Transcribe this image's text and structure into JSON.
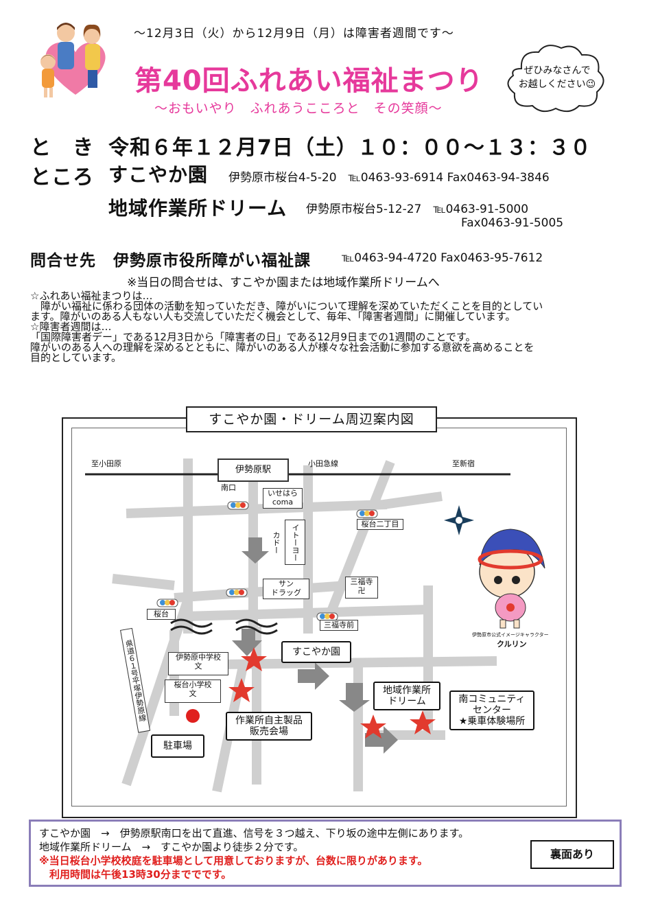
{
  "header": {
    "week_note": "～12月3日（火）から12月9日（月）は障害者週間です～",
    "title": "第40回ふれあい福祉まつり",
    "subtitle": "～おもいやり　ふれあうこころと　その笑顔～",
    "cloud_line1": "ぜひみなさんで",
    "cloud_line2": "お越しください😉"
  },
  "event": {
    "when_label": "と　き",
    "when_value": "令和６年１２月7日（土）１０：００～１３：３０",
    "where_label": "ところ",
    "venue1_name": "すこやか園",
    "venue1_detail": "伊勢原市桜台4-5-20　℡0463-93-6914  Fax0463-94-3846",
    "venue2_name": "地域作業所ドリーム",
    "venue2_detail": "伊勢原市桜台5-12-27　℡0463-91-5000",
    "venue2_fax": "Fax0463-91-5005",
    "contact_label": "問合せ先",
    "contact_name": "伊勢原市役所障がい福祉課",
    "contact_detail": "℡0463-94-4720  Fax0463-95-7612",
    "day_note": "※当日の問合せは、すこやか園または地域作業所ドリームへ"
  },
  "description": {
    "h1": "☆ふれあい福祉まつりは…",
    "p1_line1": "　障がい福祉に係わる団体の活動を知っていただき、障がいについて理解を深めていただくことを目的としてい",
    "p1_line2": "ます。障がいのある人もない人も交流していただく機会として、毎年、「障害者週間」に開催しています。",
    "h2": "☆障害者週間は…",
    "p2_line1": "「国際障害者デー」である12月3日から「障害者の日」である12月9日までの1週間のことです。",
    "p2_line2": "障がいのある人への理解を深めるとともに、障がいのある人が様々な社会活動に参加する意欲を高めることを",
    "p2_line3": "目的としています。"
  },
  "map": {
    "title": "すこやか園・ドリーム周辺案内図",
    "to_odawara": "至小田原",
    "odakyu": "小田急線",
    "to_shinjuku": "至新宿",
    "station": "伊勢原駅",
    "south_exit": "南口",
    "isehara_coma_1": "いせはら",
    "isehara_coma_2": "coma",
    "ito_yokado": "イトーヨーカドー",
    "sakuradai_2": "桜台二丁目",
    "sun_drug_1": "サン",
    "sun_drug_2": "ドラッグ",
    "sanpukuji_1": "三福寺",
    "sanpukuji_2": "卍",
    "sakuradai": "桜台",
    "sanpukuji_mae": "三福寺前",
    "prefectural_road": "県道６１号平塚伊勢原線",
    "isehara_jhs": "伊勢原中学校",
    "sakuradai_es": "桜台小学校",
    "school_mark": "文",
    "sukoyaka_callout": "すこやか園",
    "dream_callout_1": "地域作業所",
    "dream_callout_2": "ドリーム",
    "sales_callout_1": "作業所自主製品",
    "sales_callout_2": "販売会場",
    "parking_callout": "駐車場",
    "community_1": "南コミュニティ",
    "community_2": "センター",
    "community_3": "★乗車体験場所",
    "mascot_caption": "伊勢原市公式イメージキャラクター",
    "mascot_name": "クルリン"
  },
  "access": {
    "line1": "すこやか園　→　伊勢原駅南口を出て直進、信号を３つ越え、下り坂の途中左側にあります。",
    "line2": "地域作業所ドリーム　→　すこやか園より徒歩２分です。",
    "line3": "※当日桜台小学校校庭を駐車場として用意しておりますが、台数に限りがあります。",
    "line4": "　利用時間は午後13時30分まででです。",
    "back_label": "裏面あり"
  },
  "colors": {
    "title_pink": "#e6399b",
    "note_red": "#e0201e",
    "box_purple": "#8a7db8",
    "road_gray": "#cfcfcf",
    "star_red": "#e23a2e"
  }
}
